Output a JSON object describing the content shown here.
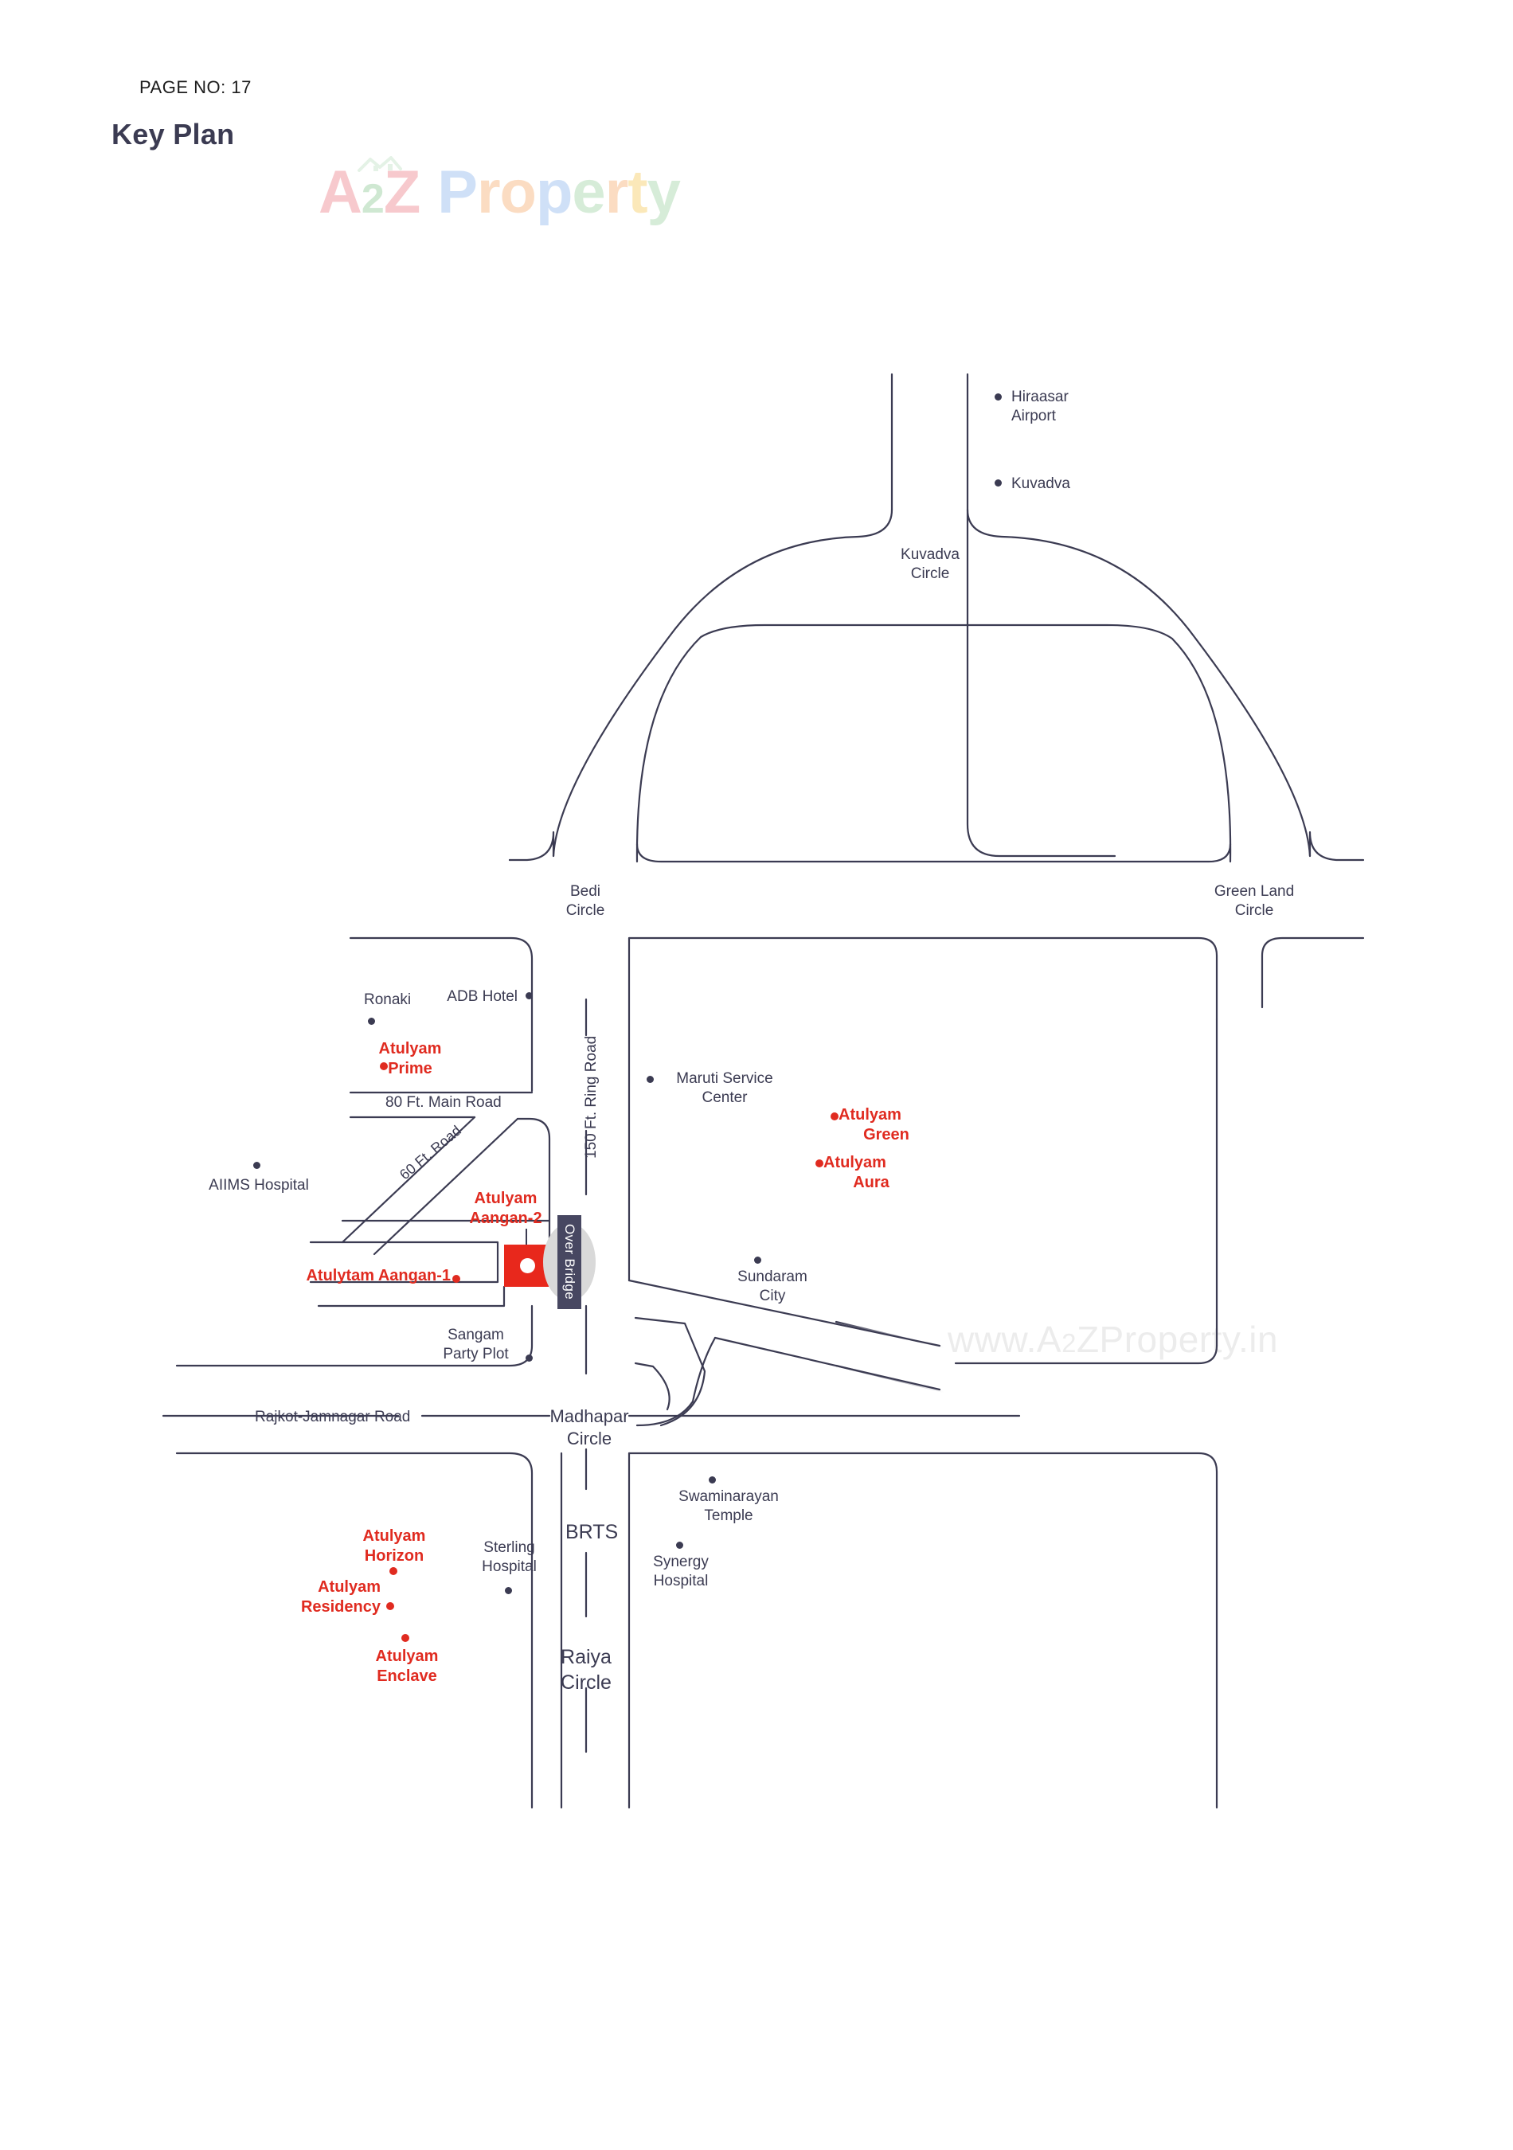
{
  "header": {
    "page_no": "PAGE NO: 17",
    "title": "Key Plan"
  },
  "watermark": {
    "logo_a": "A",
    "logo_2": "2",
    "logo_z": "Z",
    "logo_p": "P",
    "logo_r": "r",
    "logo_o": "o",
    "logo_p2": "p",
    "logo_e": "e",
    "logo_r2": "r",
    "logo_t": "t",
    "logo_y": "y",
    "url_prefix": "www.A",
    "url_sub": "2",
    "url_suffix": "ZProperty.in"
  },
  "colors": {
    "brand_red": "#e02b20",
    "site_red": "#e8281c",
    "road_ink": "#3b3b52",
    "bridge_badge": "#474761"
  },
  "map": {
    "circles": [
      {
        "id": "kuvadva-circle",
        "label": "Kuvadva\nCircle",
        "line1": "Kuvadva",
        "line2": "Circle"
      },
      {
        "id": "bedi-circle",
        "label": "Bedi\nCircle",
        "line1": "Bedi",
        "line2": "Circle"
      },
      {
        "id": "green-land-circle",
        "label": "Green Land\nCircle",
        "line1": "Green Land",
        "line2": "Circle"
      },
      {
        "id": "madhapar-circle",
        "label": "Madhapar\nCircle",
        "line1": "Madhapar",
        "line2": "Circle"
      },
      {
        "id": "raiya-circle",
        "label": "Raiya\nCircle",
        "line1": "Raiya",
        "line2": "Circle"
      }
    ],
    "roads": [
      {
        "id": "ring-road",
        "label": "150 Ft. Ring Road"
      },
      {
        "id": "main-road-80ft",
        "label": "80 Ft. Main Road"
      },
      {
        "id": "road-60ft",
        "label": "60 Ft. Road"
      },
      {
        "id": "rajkot-jamnagar-road",
        "label": "Rajkot-Jamnagar Road"
      },
      {
        "id": "brts",
        "label": "BRTS"
      }
    ],
    "landmarks": [
      {
        "id": "hiraasar-airport",
        "line1": "Hiraasar",
        "line2": "Airport"
      },
      {
        "id": "kuvadva",
        "line1": "Kuvadva",
        "line2": ""
      },
      {
        "id": "ronaki",
        "line1": "Ronaki",
        "line2": ""
      },
      {
        "id": "adb-hotel",
        "line1": "ADB Hotel",
        "line2": ""
      },
      {
        "id": "aiims-hospital",
        "line1": "AIIMS Hospital",
        "line2": ""
      },
      {
        "id": "sangam-party-plot",
        "line1": "Sangam",
        "line2": "Party Plot"
      },
      {
        "id": "maruti-service",
        "line1": "Maruti Service",
        "line2": "Center"
      },
      {
        "id": "sundaram-city",
        "line1": "Sundaram",
        "line2": "City"
      },
      {
        "id": "swaminarayan-temple",
        "line1": "Swaminarayan",
        "line2": "Temple"
      },
      {
        "id": "synergy-hospital",
        "line1": "Synergy",
        "line2": "Hospital"
      },
      {
        "id": "sterling-hospital",
        "line1": "Sterling",
        "line2": "Hospital"
      }
    ],
    "projects": [
      {
        "id": "atulyam-prime",
        "line1": "Atulyam",
        "line2": "Prime"
      },
      {
        "id": "atulyam-aangan-2",
        "line1": "Atulyam",
        "line2": "Aangan-2"
      },
      {
        "id": "atulytam-aangan-1",
        "line1": "Atulytam Aangan-1",
        "line2": ""
      },
      {
        "id": "atulyam-green",
        "line1": "Atulyam",
        "line2": "Green"
      },
      {
        "id": "atulyam-aura",
        "line1": "Atulyam",
        "line2": "Aura"
      },
      {
        "id": "atulyam-horizon",
        "line1": "Atulyam",
        "line2": "Horizon"
      },
      {
        "id": "atulyam-residency",
        "line1": "Atulyam",
        "line2": "Residency"
      },
      {
        "id": "atulyam-enclave",
        "line1": "Atulyam",
        "line2": "Enclave"
      }
    ],
    "over_bridge_label": "Over Bridge"
  }
}
